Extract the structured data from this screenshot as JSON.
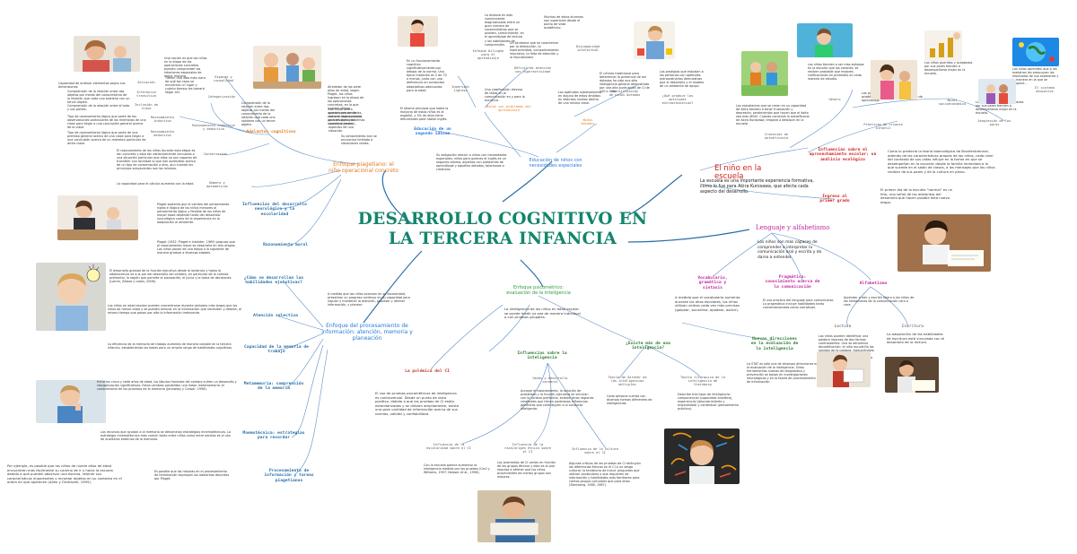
{
  "title": "DESARROLLO COGNITIVO EN LA TERCERA INFANCIA",
  "colors": {
    "title": "#13856c",
    "branch": "#2a6fa8",
    "piaget": "#e07b1f",
    "red": "#d21f1f",
    "magenta": "#c02aa0",
    "green": "#2e9d3c"
  },
  "piaget": {
    "label": "Enfoque piagetiano: el niño operacional concreto",
    "sub_label": "Adelantos cognitivos",
    "espacio": {
      "label": "Espacio y causalidad",
      "text": "Una noción es que los niños en la etapa de las operaciones concretas pueden comprender las relaciones espaciales de mejor manera."
    },
    "categorizacion": {
      "label": "Categorización",
      "text": "Tienen una idea más clara de qué tan lejos se encuentra un lugar y cuánto tiempo les tomará llegar ahí."
    },
    "seriacion": {
      "label": "Seriación",
      "text": "Capacidad de ordenar elementos según sus dimensiones."
    },
    "inferencia": {
      "label": "Inferencia transitiva",
      "text": "Comprensión de la relación entre dos objetos por medio del conocimiento de la relación que cada uno sostiene con un tercer objeto."
    },
    "inclusion": {
      "label": "Inclusión de clase",
      "text": "Comprensión de la relación entre el todo y sus partes."
    },
    "razonamiento": {
      "label": "Razonamiento inductivo y deductivo",
      "inductivo": "Razonamiento inductivo",
      "deductivo": "Razonamiento deductivo",
      "text1": "Tipo de razonamiento lógico que parte de las observaciones particulares de los miembros de una clase para llegar a una conclusión general acerca de la clase.",
      "text2": "Tipo de razonamiento lógico que parte de una premisa general acerca de una clase para llegar a una conclusión acerca de un miembro particular de dicha clase."
    },
    "conservacion": {
      "label": "Conservación",
      "text": "El razonamiento de los niños durante esta etapa es tan concreto y está tan estrechamente vinculado a una situación particular que ellos no son capaces de transferir con facilidad lo que han aprendido acerca de un tipo de conservación a otro, aun cuando los principios subyacentes son los mismos."
    },
    "numero": {
      "label": "Número y matemáticas",
      "text": "La capacidad para el cálculo aumenta con la edad."
    },
    "influencias": {
      "label": "Influencias del desarrollo neurológico y la escolaridad",
      "text": "Piaget sostenía que el cambio del pensamiento rígido e ilógico de los niños menores al pensamiento lógico y flexible de los niños de mayor edad depende tanto del desarrollo neurológico como de la experiencia en la adaptación al ambiente."
    },
    "moral": {
      "label": "Razonamiento moral",
      "text": "Piaget (1932; Piaget e Inhelder, 1969) propuso que el razonamiento moral se desarrolla en tres etapas. Los niños pasan de una etapa a la siguiente de manera gradual a diversas edades."
    },
    "center_note": {
      "text1": "Alrededor de los siete años de edad, según Piaget, los niños ingresan en la etapa de las operaciones concretas, en la que pueden utilizar operaciones mentales, como el razonamiento, para resolver problemas concretos (reales).",
      "text2": "Los niños ahora pueden pensar de manera lógica porque pueden tomar en cuenta diversos aspectos de una situación.",
      "text3": "Su pensamiento aún se encuentra limitado a situaciones reales."
    }
  },
  "procesamiento": {
    "label": "Enfoque del procesamiento de información: atención, memoria y planeación",
    "intro": "A medida que los niños avanzan en su escolaridad, presentan un progreso continuo en su capacidad para regular y mantener la atención, procesar y retener información, y planear.",
    "items": [
      {
        "label": "¿Cómo se desarrollan las habilidades ejecutivas?",
        "text": "El desarrollo gradual de la función ejecutiva desde la lactancia y hasta la adolescencia va a la par del desarrollo del cerebro, en particular de la corteza prefrontal, la región que permite la planeación, el juicio y la toma de decisiones (Lamm, Zelazo y Lewis, 2006)."
      },
      {
        "label": "Atención selectiva",
        "text": "Los niños en edad escolar pueden concentrarse durante periodos más largos que los niños de menor edad y se pueden enfocar en la información que necesitan y desean, al mismo tiempo que pasan por alto la información irrelevante."
      },
      {
        "label": "Capacidad de la memoria de trabajo",
        "text": "La eficiencia de la memoria de trabajo aumenta de manera notable en la tercera infancia, estableciendo las bases para un amplio rango de habilidades cognitivas."
      },
      {
        "label": "Metamemoria: comprensión de la memoria",
        "text": "Entre los cinco y siete años de edad, los lóbulos frontales del cerebro sufren un desarrollo y reorganización significativos. Estos cambios posibilitan una mejor metamemoria: el conocimiento de los procesos de la memoria (Janowsky y Carper, 1996)."
      },
      {
        "label": "Mnemotécnica: estrategias para recordar",
        "text": "Los recursos que ayudan a la memoria se denominan estrategias mnemotécnicas. La estrategia mnemotécnica más común tanto entre niños como entre adultos es el uso de auxiliares externos de la memoria."
      },
      {
        "label": "Procesamiento de información y tareas piagetianas",
        "text": "Es posible que las mejoras en el procesamiento de información expliquen los adelantos descritos por Piaget."
      }
    ],
    "example": "Por ejemplo, es posible que los niños de nueve años de edad encuentren más fácilmente su camino de ir y hacia la escuela debido a que pueden observar una escena, retener sus características importantes y recordar objetos en su contexto en el orden en que aparecen (Allen y Ondracek, 1995)."
  },
  "educacion_sub": {
    "label": "Educación de niños con necesidades especiales",
    "segundo_idioma": "Educación de un segundo idioma",
    "segundo_text1": "El idioma principal que habla la mayoría de estos niños es el español, y 3% de ellos tiene dificultades para hablar inglés.",
    "segundo_text2": "Su obligación reducir a niños con necesidades especiales: niños para quienes el inglés es un segundo idioma, aquellos con problemas de aprendizaje y aquellos dotados, talentosos o creativos.",
    "inmersion": {
      "label": "Inmersión inglesa",
      "text": "En un funcionamiento cognitivo significativamente por debajo de la norma. Una típica medición es 2 de 70 o menos, junto con una deficiencia en conductas adaptativas adecuadas para la edad."
    },
    "educacion_bilingue": {
      "label": "Enfoque bilingüe para el aprendizaje",
      "text": "Una clasificación diversa de fallas en la comunicación en y para la escritura."
    },
    "problemas": {
      "label": "Niños con problemas del aprendizaje",
      "text": "Una clasificación diversa de fallas en la comunicación en y para la escritura."
    },
    "discapacidad": {
      "label": "Discapacidad intelectual",
      "text": "La dislexia es más comúnmente diagnosticado entre un gran número de características que se pueden, comúnmente, en el aprendizaje de lectura y las habilidades de comprensión."
    },
    "tdah": {
      "label": "Déficit de atención con hiperactividad",
      "text": "Un síndrome que se caracteriza por la distracción, la hiperactividad, comportamiento impulsivo, la falta de atención y la impulsividad."
    },
    "dotados": {
      "label": "Niños dotados",
      "text": "El criterio tradicional para determinar la presencia de ser dotados ha sido una alta inteligencia general demostrada por una alta puntuación de CI de 130 o más."
    },
    "identificacion": {
      "label": "Identificación de niños dotados",
      "text": "Las aptitudes sobresalientes en alguno de estos ámbitos en distintos niveles dentro de una misma clase."
    },
    "creatividad": {
      "label": "¿Qué produce las aptitudes extraordinarias?",
      "text": "Los prodigios que estudian a las personas con aptitudes extraordinarias demuestran que el desarrollo y el modelo de un ambiente de apoyo."
    },
    "educacion_dotados": {
      "label": "Educación de niños dotados",
      "text": "Muchos de estos alumnos son superiores desde el punto de vista académico."
    }
  },
  "psicometrico": {
    "label": "Enfoque psicométrico: evaluación de la inteligencia",
    "intro": "La inteligencia de los niños en edad escolar se puede medir ya sea de manera individual o con pruebas grupales.",
    "polemica": {
      "label": "La polémica del CI",
      "text": "El uso de pruebas psicométricas de inteligencia es controversial. Desde un punto de vista positivo, debido a que las pruebas de CI están estandarizadas y se utilizan ampliamente, existe una gran cantidad de información acerca de sus normas, validez y confiabilidad."
    },
    "influencias": {
      "label": "Influencias sobre la inteligencia"
    },
    "escolaridad": {
      "label": "Influencia de la escolaridad sobre el CI",
      "text": "Con la escuela parece aumentar la inteligencia medida por las pruebas (Ceci y Williams, 1997; Neisser et al., 1996)."
    },
    "raza": {
      "label": "Influencia de la raza/origen étnico sobre el CI",
      "text": "Los promedios de CI varían en función de los grupos étnicos y esto es lo que impulsa a afirmar que los niños provenientes de ciertos grupos son mejores."
    },
    "cultura": {
      "label": "Influencia de la cultura sobre el CI",
      "text": "Algunos críticos de las pruebas de CI atribuyen las diferencias étnicas en el CI a un sesgo cultural: la tendencia de incluir preguntas que utilizan vocabulario o que requieren de información y habilidades más familiares para ciertos grupos culturales que para otros (Sternberg, 1985, 1987)."
    },
    "genes": {
      "label": "Genes y desarrollo cerebral",
      "text": "Aunque el razonamiento, la solución de problemas y la función ejecutiva se vinculan con la corteza prefrontal, existen otras regiones cerebrales que tienen poderosas influencias genéticas que contribuyen a la conducta inteligente."
    },
    "existe": {
      "label": "¿Existe más de una inteligencia?"
    },
    "gardner": {
      "label": "Teoría de Gardner de las inteligencias múltiples",
      "text": "Cada persona cuenta con diversas formas diferentes de inteligencias."
    },
    "sternberg": {
      "label": "Teoría triárquica de la inteligencia de Sternberg",
      "text": "Describe tres tipos de inteligencia: componencial (capacidad analítica), experiencial (descubrimiento y originalidad) y contextual (pensamiento práctico)."
    },
    "nuevas": {
      "label": "Nuevas direcciones en la evaluación de la inteligencia",
      "text": "La STAT es sólo una de diversas direcciones en la evaluación de la inteligencia. Otros herramientas nuevas de diagnóstico y prevención se basan en investigaciones neurológicas y en la teoría de procesamiento de información."
    }
  },
  "escuela": {
    "label": "El niño en la escuela",
    "intro": "La escuela es una importante experiencia formativa, como lo fue para Akira Kurosawa, que afecta cada aspecto del desarrollo.",
    "ingreso": {
      "label": "Ingreso al primer grado",
      "text": "El primer día de la escuela \"normal\" es un hito, una señal de los adelantos del desarrollo que hacen posible esta nueva etapa."
    },
    "influencias": {
      "label": "Influencias sobre el aprovechamiento escolar: un análisis ecológico",
      "text": "Como lo predecía la teoría bioecológica de Bronfenbrenner, además de las características propias de los niños, cada nivel del contexto de sus vidas influye en la forma en que se desempeñan en la escuela: desde la familia inmediata a lo que sucede en el salón de clases, a los mensajes que los niños reciben de sus pares y de la cultura en pleno."
    },
    "genero": {
      "label": "Género",
      "text": "Los estudiantes que se creen en su capacidad de éxito tienden a tener frustración y depresión, sentimientos que hacen que el éxito sea más difícil. Cuando comenzó la autoeficacia de Akira Kurosawa, empezó a destacar en la escuela."
    },
    "creencias": {
      "label": "Creencias de autoeficacia"
    },
    "practicas": {
      "label": "Prácticas de crianza infantil",
      "text": "Los niñas tienden a ser más exitosas en la escuela que los varones; se reciben probable que mejores calificaciones en promedio en cada materia de estudio."
    },
    "nivel": {
      "label": "Nivel socioeconómico",
      "text": "Los padres de niños exitosos académicamente crean un ambiente de aprendizaje."
    },
    "aceptacion": {
      "label": "Aceptación de los pares",
      "text": "Los niños queridos y aceptados por sus pares tienden a desempeñarse mejor en la escuela."
    },
    "sistema": {
      "label": "El sistema educativo"
    },
    "text_sistema": "Las niñas aprenden que a los maestros les preocupan los resultados de sus exámenes y la manera en la que se dispone..."
  },
  "lenguaje": {
    "label": "Lenguaje y alfabetismo",
    "intro": "Los niños son más capaces de comprender e interpretar la comunicación oral y escrita y de darse a entender.",
    "vocabulario": {
      "label": "Vocabulario, gramática y sintaxis",
      "text": "A medida que el vocabulario aumenta durante los años escolares, los niños utilizan verbos cada vez más precisos (golpear, sacudirse, apodear, asistir)."
    },
    "pragmatica": {
      "label": "Pragmática: conocimiento acerca de la comunicación",
      "text": "El uso práctico del lenguaje para comunicarse. La pragmática incluye habilidades tanto conversacionales como narrativas."
    },
    "alfabetismo": {
      "label": "Alfabetismo",
      "text": "Aprender a leer y escribir libera a los niños de las limitaciones de la comunicación cara a cara."
    },
    "lectura": {
      "label": "Lectura",
      "text": "Los niños pueden identificar una palabra impresa de dos formas contrastantes. Una se denomina decodificación: el niño escudriña los sonidos de la palabra, traduciéndola de escritura a habla antes de recuperarla de la memoria de largo plazo."
    },
    "escritura": {
      "label": "Escritura",
      "text": "La adquisición de las habilidades de escritura está vinculada con el desarrollo de la lectura."
    }
  }
}
